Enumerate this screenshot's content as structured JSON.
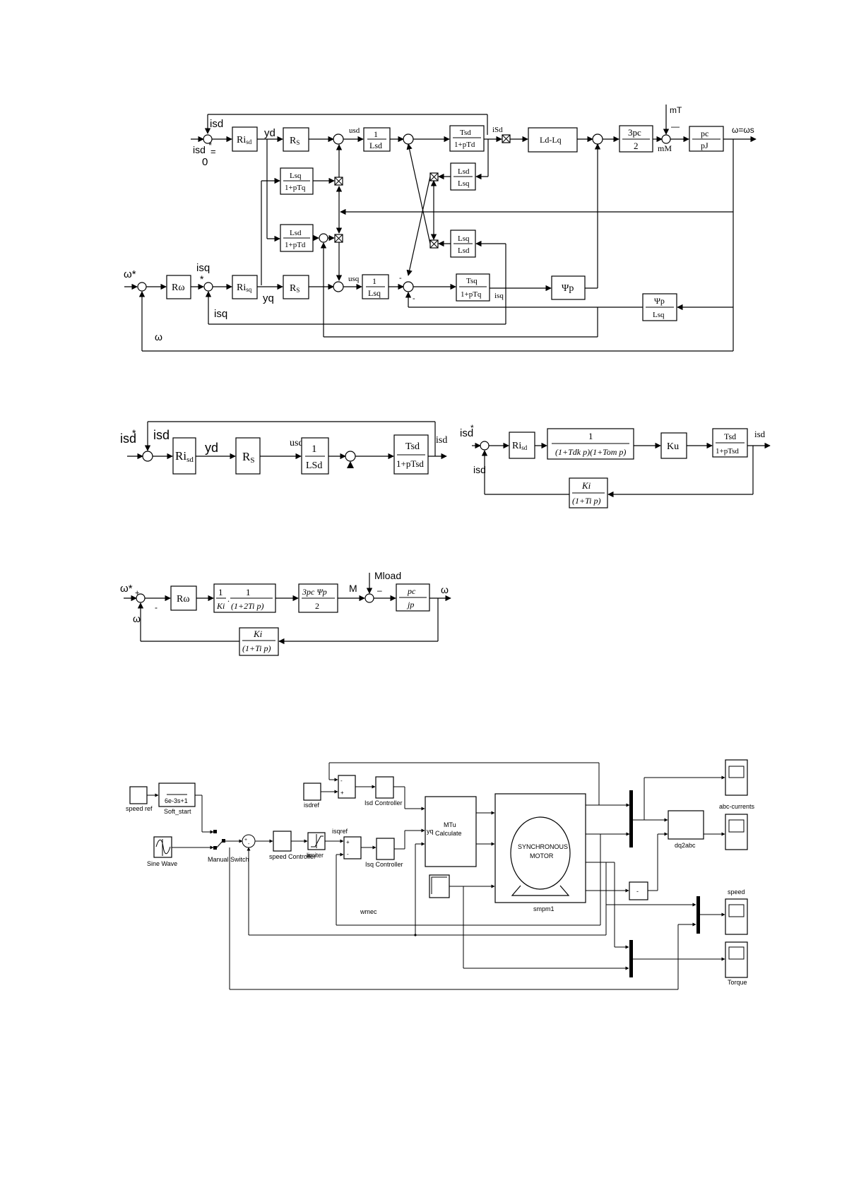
{
  "d1": {
    "isd_in": "isd",
    "isd_ref": "isd",
    "star": "*",
    "eq": "=",
    "zero": "0",
    "Ri": "Ri",
    "Ri_sub": "sd",
    "yd": "yd",
    "Rs1": "R",
    "Rs_sub": "S",
    "usd": "usd",
    "one": "1",
    "Lsd": "Lsd",
    "Tsd": "Tsd",
    "den_d": "1+pTd",
    "isd_out": "iSd",
    "LdLq": "Ld-Lq",
    "three_pc": "3pc",
    "two": "2",
    "mT": "mT",
    "minus": "—",
    "mM": "mM",
    "pc": "pc",
    "pJ": "pJ",
    "omega_out": "ω=ωs",
    "Lsq_num": "Lsq",
    "den_q": "1+pTq",
    "Lsd_num": "Lsd",
    "den_d2": "1+pTd",
    "Lsd_r": "Lsd",
    "Lsq_r": "Lsq",
    "Lsq_r2": "Lsq",
    "Lsd_r2": "Lsd",
    "omega_star": "ω*",
    "Rw": "Rω",
    "isq_ref": "isq",
    "Riq": "Ri",
    "Riq_sub": "sq",
    "yq": "yq",
    "Rs2": "R",
    "usq": "usq",
    "one2": "1",
    "Lsq_den": "Lsq",
    "Tsq": "Tsq",
    "den_q2": "1+pTq",
    "isq_out": "isq",
    "psi": "Ψp",
    "psi_num": "Ψp",
    "psi_den": "Lsq",
    "isq_fb": "isq",
    "omega_fb": "ω",
    "m1": "-",
    "m2": "-"
  },
  "d2": {
    "isd_star": "isd",
    "star": "*",
    "isd_fb": "isd",
    "Ri": "Ri",
    "Ri_sub": "sd",
    "yd": "yd",
    "Rs": "R",
    "Rs_sub": "S",
    "usd": "usd",
    "one": "1",
    "Lsd": "LSd",
    "Tsd": "Tsd",
    "den": "1+pTsd",
    "isd_out": "isd"
  },
  "d3": {
    "isd_star": "isd",
    "star": "*",
    "isd_fb": "isd",
    "Ri": "Ri",
    "Ri_sub": "sd",
    "one": "1",
    "den": "(1+Tdk p)(1+Tom p)",
    "Ku": "Ku",
    "Tsd": "Tsd",
    "den2": "1+pTsd",
    "isd_out": "isd",
    "Ki": "Ki",
    "Ki_den": "(1+Ti p)"
  },
  "d4": {
    "omega_star": "ω*",
    "plus": "+",
    "minus": "-",
    "omega_fb": "ω",
    "Rw": "Rω",
    "f1_num": "1",
    "f1_den": "Ki",
    "f2_num": "1",
    "f2_den": "(1+2Ti p)",
    "torque_num": "3pc Ψp",
    "torque_den": "2",
    "M": "M",
    "Mload": "Mload",
    "m2": "–",
    "pc": "pc",
    "jp": "jp",
    "omega_out": "ω",
    "Ki": "Ki",
    "Ki_den": "(1+Ti p)"
  },
  "sim": {
    "speed_ref": "speed ref",
    "tf": "6e-3s+1",
    "soft_start": "Soft_start",
    "sine_wave": "Sine Wave",
    "manual_switch": "Manual Switch",
    "speed_controller": "speed Controller",
    "limiter": "limiter",
    "isdref": "isdref",
    "isd_controller": "Isd Controller",
    "isqref": "isqref",
    "isq_controller": "Isq Controller",
    "mtu": "MTu",
    "calculate": "Calculate",
    "yq": "yq",
    "motor_l1": "SYNCHRONOUS",
    "motor_l2": "MOTOR",
    "smpm": "smpm1",
    "wmec": "wmec",
    "dq2abc": "dq2abc",
    "abc_currents": "abc-currents",
    "speed": "speed",
    "torque": "Torque",
    "minus_block": "-",
    "sum_plus": "+",
    "sum_minus": "-"
  }
}
